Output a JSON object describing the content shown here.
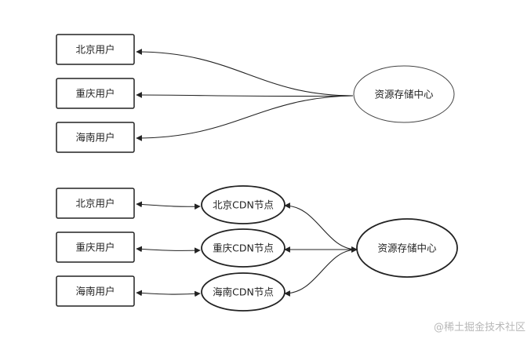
{
  "top_section": {
    "users": [
      {
        "label": "北京用户"
      },
      {
        "label": "重庆用户"
      },
      {
        "label": "海南用户"
      }
    ],
    "center": {
      "label": "资源存储中心"
    }
  },
  "bottom_section": {
    "users": [
      {
        "label": "北京用户"
      },
      {
        "label": "重庆用户"
      },
      {
        "label": "海南用户"
      }
    ],
    "cdn_nodes": [
      {
        "label": "北京CDN节点"
      },
      {
        "label": "重庆CDN节点"
      },
      {
        "label": "海南CDN节点"
      }
    ],
    "center": {
      "label": "资源存储中心"
    }
  },
  "watermark": "@稀土掘金技术社区",
  "colors": {
    "stroke": "#222222",
    "text": "#222222",
    "watermark": "#b8b8b8"
  }
}
